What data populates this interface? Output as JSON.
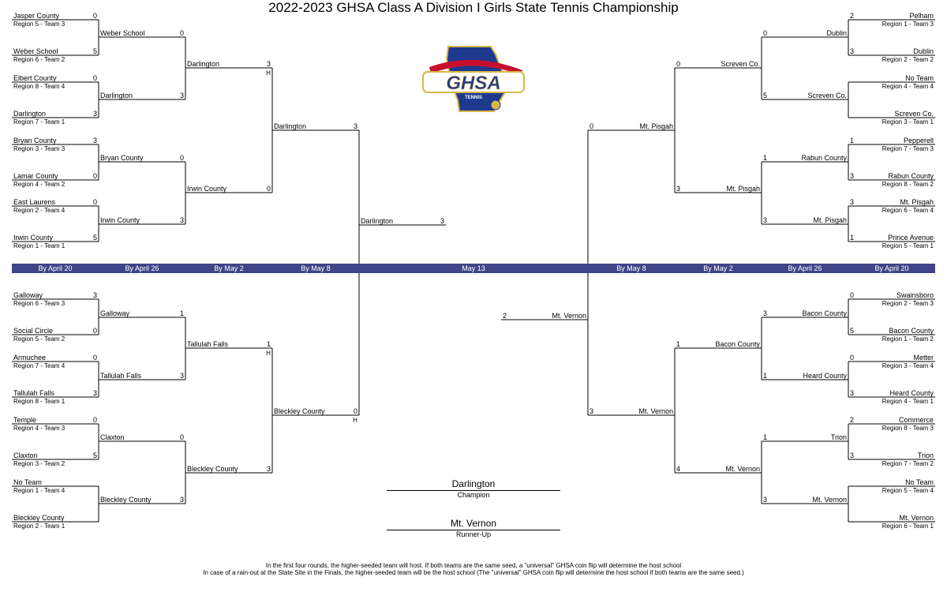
{
  "title": "2022-2023 GHSA Class A Division I Girls State Tennis Championship",
  "logo": {
    "icon": "ghsa-tennis-logo",
    "text": "GHSA",
    "subtext": "TENNIS"
  },
  "colors": {
    "band": "#3f4587",
    "band_text": "#ffffff",
    "logo_blue": "#1d3a8f",
    "logo_red": "#c8102e",
    "logo_gold": "#d9b649"
  },
  "round_dates": {
    "left": [
      "By April 20",
      "By April 26",
      "By May 2",
      "By May 8"
    ],
    "final": "May 13",
    "right": [
      "By May 8",
      "By May 2",
      "By April 26",
      "By April 20"
    ]
  },
  "bracket": {
    "top_left": {
      "r1": [
        [
          "Jasper County",
          "Region 5 - Team 3",
          "0"
        ],
        [
          "Weber School",
          "Region 6 - Team 2",
          "5"
        ],
        [
          "Elbert County",
          "Region 8 - Team 4",
          "0"
        ],
        [
          "Darlington",
          "Region 7 - Team 1",
          "3"
        ],
        [
          "Bryan County",
          "Region 3 - Team 3",
          "3"
        ],
        [
          "Lamar County",
          "Region 4 - Team 2",
          "0"
        ],
        [
          "East Laurens",
          "Region 2 - Team 4",
          "0"
        ],
        [
          "Irwin County",
          "Region 1 - Team 1",
          "5"
        ]
      ],
      "r2": [
        [
          "Weber School",
          "0"
        ],
        [
          "Darlington",
          "3"
        ],
        [
          "Bryan County",
          "0"
        ],
        [
          "Irwin County",
          "3"
        ]
      ],
      "r3": [
        [
          "Darlington",
          "3",
          "H"
        ],
        [
          "Irwin County",
          "0",
          ""
        ]
      ],
      "r4": [
        [
          "Darlington",
          "3",
          ""
        ]
      ]
    },
    "bottom_left": {
      "r1": [
        [
          "Galloway",
          "Region 6 - Team 3",
          "3"
        ],
        [
          "Social Circle",
          "Region 5 - Team 2",
          "0"
        ],
        [
          "Armuchee",
          "Region 7 - Team 4",
          "0"
        ],
        [
          "Tallulah Falls",
          "Region 8 - Team 1",
          "3"
        ],
        [
          "Temple",
          "Region 4 - Team 3",
          "0"
        ],
        [
          "Claxton",
          "Region 3 - Team 2",
          "5"
        ],
        [
          "No Team",
          "Region 1 - Team 4",
          ""
        ],
        [
          "Bleckley County",
          "Region 2 - Team 1",
          ""
        ]
      ],
      "r2": [
        [
          "Galloway",
          "1"
        ],
        [
          "Tallulah Falls",
          "3"
        ],
        [
          "Claxton",
          "0"
        ],
        [
          "Bleckley County",
          "3"
        ]
      ],
      "r3": [
        [
          "Tallulah Falls",
          "1",
          "H"
        ],
        [
          "Bleckley County",
          "3",
          ""
        ]
      ],
      "r4": [
        [
          "Bleckley County",
          "0",
          "H"
        ]
      ]
    },
    "top_right": {
      "r1": [
        [
          "Pelham",
          "Region 1 - Team 3",
          "2"
        ],
        [
          "Dublin",
          "Region 2 - Team 2",
          "3"
        ],
        [
          "No Team",
          "Region 4 - Team 4",
          ""
        ],
        [
          "Screven Co.",
          "Region 3 - Team 1",
          ""
        ],
        [
          "Pepperell",
          "Region 7 - Team 3",
          "1"
        ],
        [
          "Rabun County",
          "Region 8 - Team 2",
          "3"
        ],
        [
          "Mt. Pisgah",
          "Region 6 - Team 4",
          "3"
        ],
        [
          "Prince Avenue",
          "Region 5 - Team 1",
          "1"
        ]
      ],
      "r2": [
        [
          "Dublin",
          "0"
        ],
        [
          "Screven Co.",
          "5"
        ],
        [
          "Rabun County",
          "1"
        ],
        [
          "Mt. Pisgah",
          "3"
        ]
      ],
      "r3": [
        [
          "Screven Co.",
          "0",
          ""
        ],
        [
          "Mt. Pisgah",
          "3",
          ""
        ]
      ],
      "r4": [
        [
          "Mt. Pisgah",
          "0",
          ""
        ]
      ]
    },
    "bottom_right": {
      "r1": [
        [
          "Swainsboro",
          "Region 2 - Team 3",
          "0"
        ],
        [
          "Bacon County",
          "Region 1 - Team 2",
          "5"
        ],
        [
          "Metter",
          "Region 3 - Team 4",
          "0"
        ],
        [
          "Heard County",
          "Region 4 - Team 1",
          "3"
        ],
        [
          "Commerce",
          "Region 8 - Team 3",
          "2"
        ],
        [
          "Trion",
          "Region 7 - Team 2",
          "3"
        ],
        [
          "No Team",
          "Region 5 - Team 4",
          ""
        ],
        [
          "Mt. Vernon",
          "Region 6 - Team 1",
          ""
        ]
      ],
      "r2": [
        [
          "Bacon County",
          "3"
        ],
        [
          "Heard County",
          "1"
        ],
        [
          "Trion",
          "1"
        ],
        [
          "Mt. Vernon",
          "3"
        ]
      ],
      "r3": [
        [
          "Bacon County",
          "1",
          ""
        ],
        [
          "Mt. Vernon",
          "4",
          ""
        ]
      ],
      "r4": [
        [
          "Mt. Vernon",
          "3",
          ""
        ]
      ]
    },
    "finals": {
      "left": [
        "Darlington",
        "3"
      ],
      "right": [
        "Mt. Vernon",
        "2"
      ]
    }
  },
  "champion": {
    "name": "Darlington",
    "caption": "Champion"
  },
  "runner_up": {
    "name": "Mt. Vernon",
    "caption": "Runner-Up"
  },
  "footnotes": [
    "In the first four rounds, the higher-seeded team will host.  If both teams are the same seed, a \"universal\" GHSA coin flip will determine the host school",
    "In case of a rain-out at the State Site in the Finals, the higher-seeded team will be the host school (The \"universal\" GHSA coin flip will determine the host school if both teams are the same seed.)"
  ]
}
